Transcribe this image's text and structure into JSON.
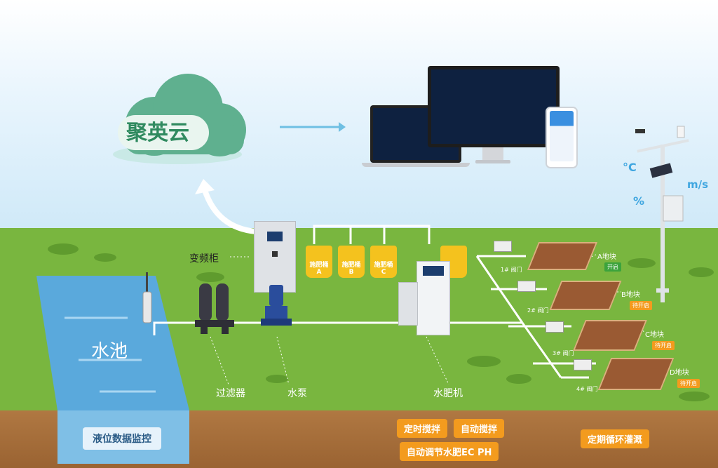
{
  "cloud": {
    "label": "聚英云"
  },
  "sensors": {
    "temp_unit": "°C",
    "humidity_unit": "%",
    "wind_unit": "m/s"
  },
  "equipment": {
    "cabinet": "变频柜",
    "pool": "水池",
    "filter": "过滤器",
    "pump": "水泵",
    "fertilizer_machine": "水肥机",
    "buckets": [
      {
        "title": "施肥桶",
        "letter": "A"
      },
      {
        "title": "施肥桶",
        "letter": "B"
      },
      {
        "title": "施肥桶",
        "letter": "C"
      }
    ]
  },
  "valves": [
    "1# 阀门",
    "2# 阀门",
    "3# 阀门",
    "4# 阀门"
  ],
  "plots": [
    {
      "name": "A地块",
      "status": "开启",
      "status_color": "#3ca33c"
    },
    {
      "name": "B地块",
      "status": "待开启",
      "status_color": "#f39b1e"
    },
    {
      "name": "C地块",
      "status": "待开启",
      "status_color": "#f39b1e"
    },
    {
      "name": "D地块",
      "status": "待开启",
      "status_color": "#f39b1e"
    }
  ],
  "features": {
    "level_monitor": "液位数据监控",
    "timed_mix": "定时搅拌",
    "auto_mix": "自动搅拌",
    "auto_adjust": "自动调节水肥EC PH",
    "cycle_irrigation": "定期循环灌溉"
  },
  "colors": {
    "accent_orange": "#f39b1e",
    "grass": "#79b63f",
    "water": "#5aa9dc",
    "cloud": "#5fb08f"
  }
}
